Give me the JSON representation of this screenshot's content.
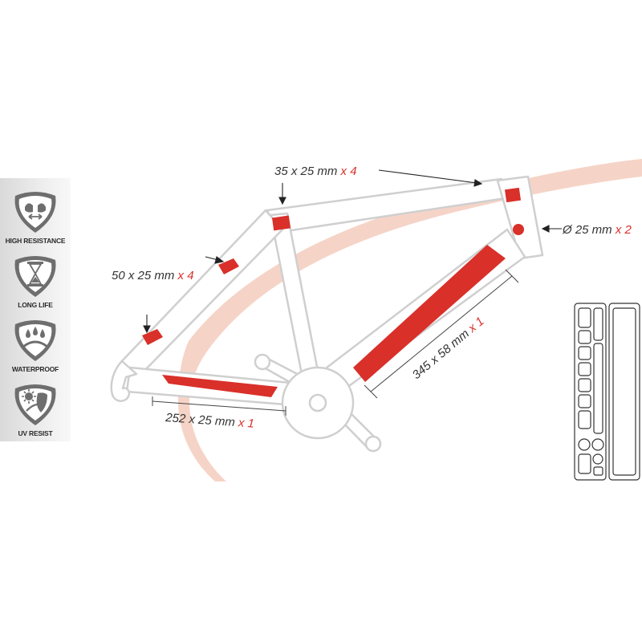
{
  "features": [
    {
      "label": "HIGH RESISTANCE",
      "icon": "high-resistance-icon"
    },
    {
      "label": "LONG LIFE",
      "icon": "hourglass-icon"
    },
    {
      "label": "WATERPROOF",
      "icon": "water-drops-icon"
    },
    {
      "label": "UV RESIST",
      "icon": "uv-sun-shield-icon"
    }
  ],
  "dimensions": {
    "top_tube_patch": {
      "size": "35 x 25 mm",
      "qty": "x 4"
    },
    "head_tube_dot": {
      "size": "Ø 25 mm",
      "qty": "x 2"
    },
    "seat_stay_patch": {
      "size": "50 x 25 mm",
      "qty": "x 4"
    },
    "down_tube_strip": {
      "size": "345 x 58 mm",
      "qty": "x 1"
    },
    "chain_stay_strip": {
      "size": "252 x 25 mm",
      "qty": "x 1"
    }
  },
  "colors": {
    "accent_red": "#d9302a",
    "frame_outline": "#cfcfcf",
    "cable_peach": "#f1c6b4",
    "text": "#333333"
  }
}
